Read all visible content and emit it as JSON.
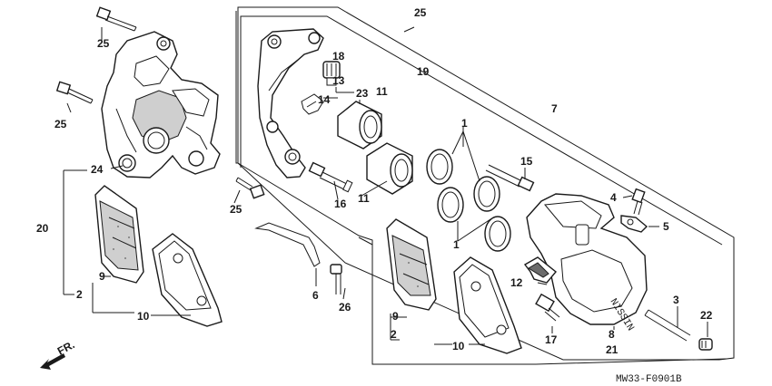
{
  "callouts": {
    "n1_upper": "1",
    "n1_lower": "1",
    "n2_left": "2",
    "n2_right": "2",
    "n3": "3",
    "n4": "4",
    "n5": "5",
    "n6": "6",
    "n7": "7",
    "n8": "8",
    "n9_left": "9",
    "n9_right": "9",
    "n10_left": "10",
    "n10_right": "10",
    "n11_upper": "11",
    "n11_lower": "11",
    "n12": "12",
    "n13": "13",
    "n14": "14",
    "n15": "15",
    "n16": "16",
    "n17": "17",
    "n18": "18",
    "n19": "19",
    "n20": "20",
    "n21": "21",
    "n22": "22",
    "n23": "23",
    "n24": "24",
    "n25_top": "25",
    "n25_left": "25",
    "n25_right": "25",
    "n25_mid": "25",
    "n26": "26"
  },
  "direction_label": "FR.",
  "caliper_stamp": "NISSIN",
  "diagram_code": "MW33-F0901B"
}
